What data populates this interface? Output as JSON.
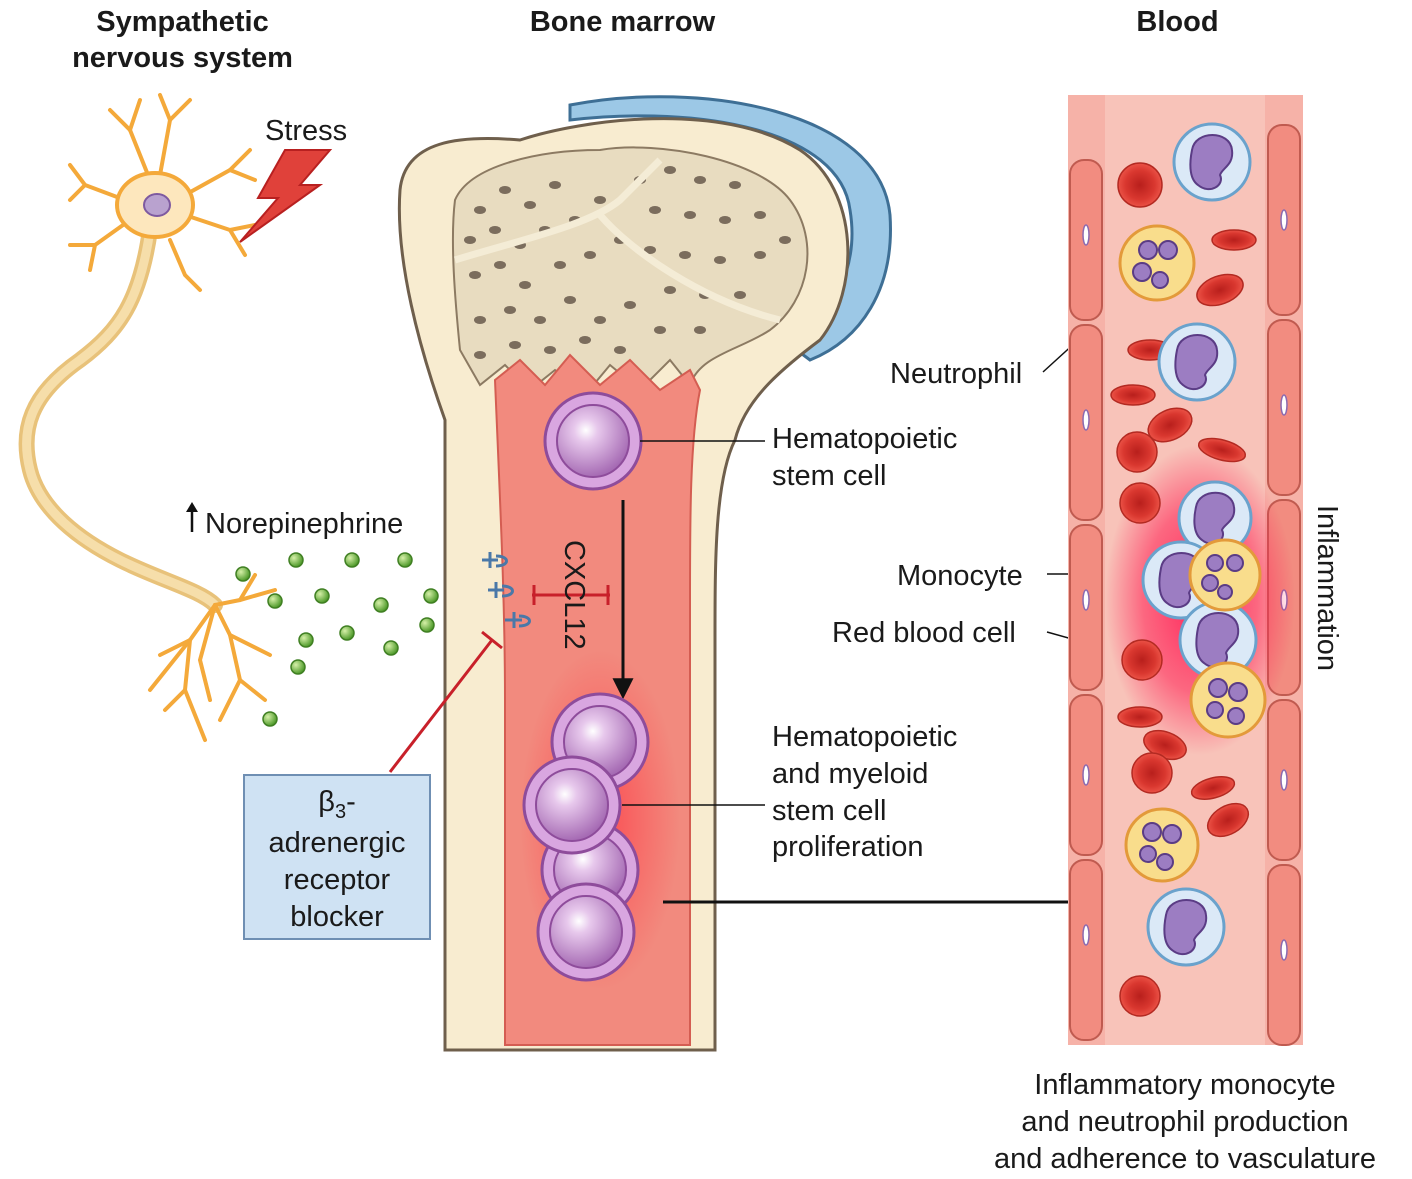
{
  "headers": {
    "sympathetic": "Sympathetic nervous system",
    "sympathetic_line1": "Sympathetic",
    "sympathetic_line2": "nervous system",
    "bone_marrow": "Bone marrow",
    "blood": "Blood"
  },
  "labels": {
    "stress": "Stress",
    "norepinephrine": "Norepinephrine",
    "cxcl12": "CXCL12",
    "hsc_line1": "Hematopoietic",
    "hsc_line2": "stem cell",
    "prolif_line1": "Hematopoietic",
    "prolif_line2": "and myeloid",
    "prolif_line3": "stem cell",
    "prolif_line4": "proliferation",
    "neutrophil": "Neutrophil",
    "monocyte": "Monocyte",
    "red_blood_cell": "Red blood cell",
    "inflammation": "Inflammation",
    "blocker_beta": "β",
    "blocker_sub": "3",
    "blocker_dash": "-",
    "blocker_line2": "adrenergic",
    "blocker_line3": "receptor",
    "blocker_line4": "blocker",
    "caption_line1": "Inflammatory monocyte",
    "caption_line2": "and neutrophil production",
    "caption_line3": "and adherence to vasculature"
  },
  "colors": {
    "neuron": "#f4a93a",
    "neuron_body": "#fde7bd",
    "bone": "#f8ecd0",
    "bone_outline": "#7a6a55",
    "marrow": "#f28a7e",
    "cartilage": "#9cc8e6",
    "vessel": "#f3a49a",
    "rbc": "#e0413a",
    "stem_cell": "#d9a6e0",
    "monocyte_outer": "#dbe9f7",
    "neutrophil_outer": "#f9dd8c",
    "nucleus": "#9c7dc2",
    "vesicle": "#7bc043",
    "inhibit": "#c8202a",
    "blocker_fill": "#cfe2f3",
    "inflammation_glow": "#ff2a5a"
  },
  "icons": [
    "neuron-icon",
    "lightning-bolt-icon",
    "up-arrow-icon",
    "receptor-icon",
    "inhibit-bar-icon"
  ]
}
